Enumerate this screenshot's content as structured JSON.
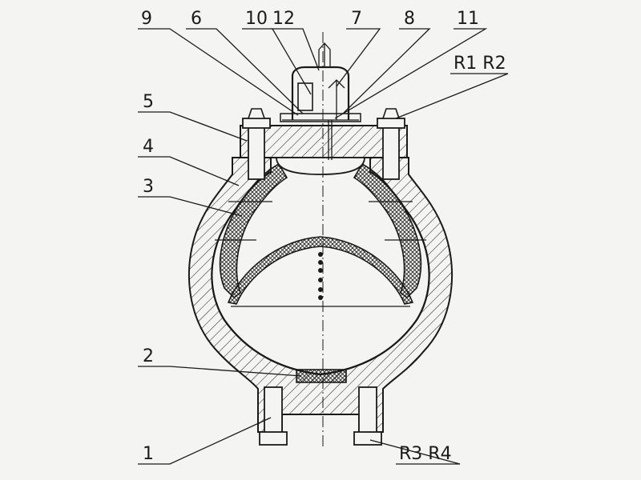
{
  "colors": {
    "background": "#f4f4f2",
    "ink": "#1a1a1a"
  },
  "callouts": {
    "c1": "1",
    "c2": "2",
    "c3": "3",
    "c4": "4",
    "c5": "5",
    "c6": "6",
    "c7": "7",
    "c8": "8",
    "c9": "9",
    "c10": "10",
    "c11": "11",
    "c12": "12",
    "r1r2": "R1 R2",
    "r3r4": "R3 R4"
  }
}
